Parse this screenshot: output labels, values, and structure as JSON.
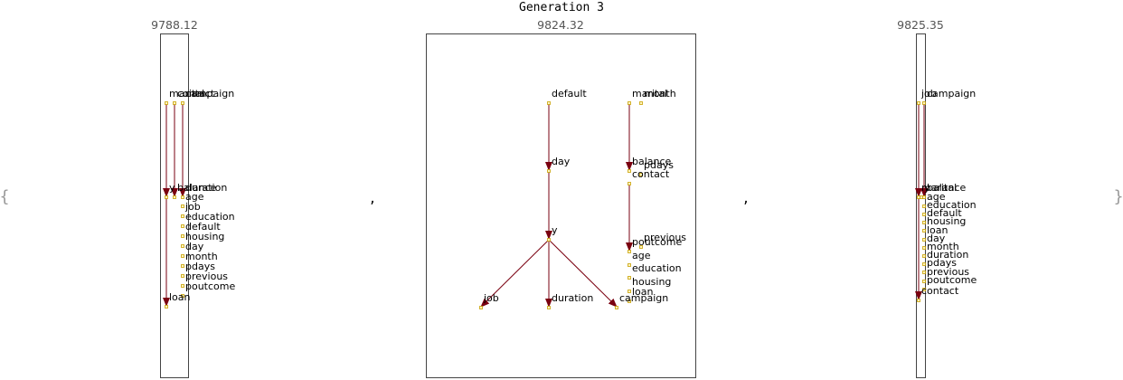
{
  "title": "Generation 3",
  "punctuation": {
    "open_brace": "{",
    "close_brace": "}",
    "comma": ","
  },
  "colors": {
    "edge": "#7a0010",
    "node_fill": "#fff5c0",
    "node_stroke": "#c8a000",
    "frame": "#444444",
    "score": "#555555"
  },
  "panels": [
    {
      "score": "9788.12",
      "nodes": [
        {
          "id": "marital",
          "label": "marital"
        },
        {
          "id": "contact",
          "label": "contact"
        },
        {
          "id": "campaign",
          "label": "campaign"
        },
        {
          "id": "y",
          "label": "y"
        },
        {
          "id": "balance",
          "label": "balance"
        },
        {
          "id": "duration",
          "label": "duration"
        },
        {
          "id": "age",
          "label": "age"
        },
        {
          "id": "job",
          "label": "job"
        },
        {
          "id": "education",
          "label": "education"
        },
        {
          "id": "default",
          "label": "default"
        },
        {
          "id": "housing",
          "label": "housing"
        },
        {
          "id": "day",
          "label": "day"
        },
        {
          "id": "month",
          "label": "month"
        },
        {
          "id": "pdays",
          "label": "pdays"
        },
        {
          "id": "previous",
          "label": "previous"
        },
        {
          "id": "poutcome",
          "label": "poutcome"
        },
        {
          "id": "loan",
          "label": "loan"
        }
      ],
      "edges": [
        {
          "from": "marital",
          "to": "y"
        },
        {
          "from": "marital",
          "to": "loan"
        },
        {
          "from": "contact",
          "to": "balance"
        },
        {
          "from": "campaign",
          "to": "duration"
        }
      ]
    },
    {
      "score": "9824.32",
      "nodes": [
        {
          "id": "default",
          "label": "default"
        },
        {
          "id": "marital",
          "label": "marital"
        },
        {
          "id": "month",
          "label": "month"
        },
        {
          "id": "day",
          "label": "day"
        },
        {
          "id": "balance",
          "label": "balance"
        },
        {
          "id": "pdays",
          "label": "pdays"
        },
        {
          "id": "contact",
          "label": "contact"
        },
        {
          "id": "y",
          "label": "y"
        },
        {
          "id": "previous",
          "label": "previous"
        },
        {
          "id": "poutcome",
          "label": "poutcome"
        },
        {
          "id": "age",
          "label": "age"
        },
        {
          "id": "education",
          "label": "education"
        },
        {
          "id": "housing",
          "label": "housing"
        },
        {
          "id": "loan",
          "label": "loan"
        },
        {
          "id": "job",
          "label": "job"
        },
        {
          "id": "duration",
          "label": "duration"
        },
        {
          "id": "campaign",
          "label": "campaign"
        }
      ],
      "edges": [
        {
          "from": "default",
          "to": "day"
        },
        {
          "from": "day",
          "to": "y"
        },
        {
          "from": "y",
          "to": "job"
        },
        {
          "from": "y",
          "to": "duration"
        },
        {
          "from": "y",
          "to": "campaign"
        },
        {
          "from": "marital",
          "to": "balance"
        },
        {
          "from": "contact",
          "to": "poutcome"
        }
      ]
    },
    {
      "score": "9825.35",
      "nodes": [
        {
          "id": "job",
          "label": "job"
        },
        {
          "id": "campaign",
          "label": "campaign"
        },
        {
          "id": "marital",
          "label": "marital"
        },
        {
          "id": "y",
          "label": "y"
        },
        {
          "id": "balance",
          "label": "balance"
        },
        {
          "id": "age",
          "label": "age"
        },
        {
          "id": "education",
          "label": "education"
        },
        {
          "id": "default",
          "label": "default"
        },
        {
          "id": "housing",
          "label": "housing"
        },
        {
          "id": "loan",
          "label": "loan"
        },
        {
          "id": "day",
          "label": "day"
        },
        {
          "id": "month",
          "label": "month"
        },
        {
          "id": "duration",
          "label": "duration"
        },
        {
          "id": "pdays",
          "label": "pdays"
        },
        {
          "id": "previous",
          "label": "previous"
        },
        {
          "id": "poutcome",
          "label": "poutcome"
        },
        {
          "id": "contact",
          "label": "contact"
        }
      ],
      "edges": [
        {
          "from": "job",
          "to": "marital"
        },
        {
          "from": "job",
          "to": "contact"
        },
        {
          "from": "campaign",
          "to": "balance"
        }
      ]
    }
  ]
}
